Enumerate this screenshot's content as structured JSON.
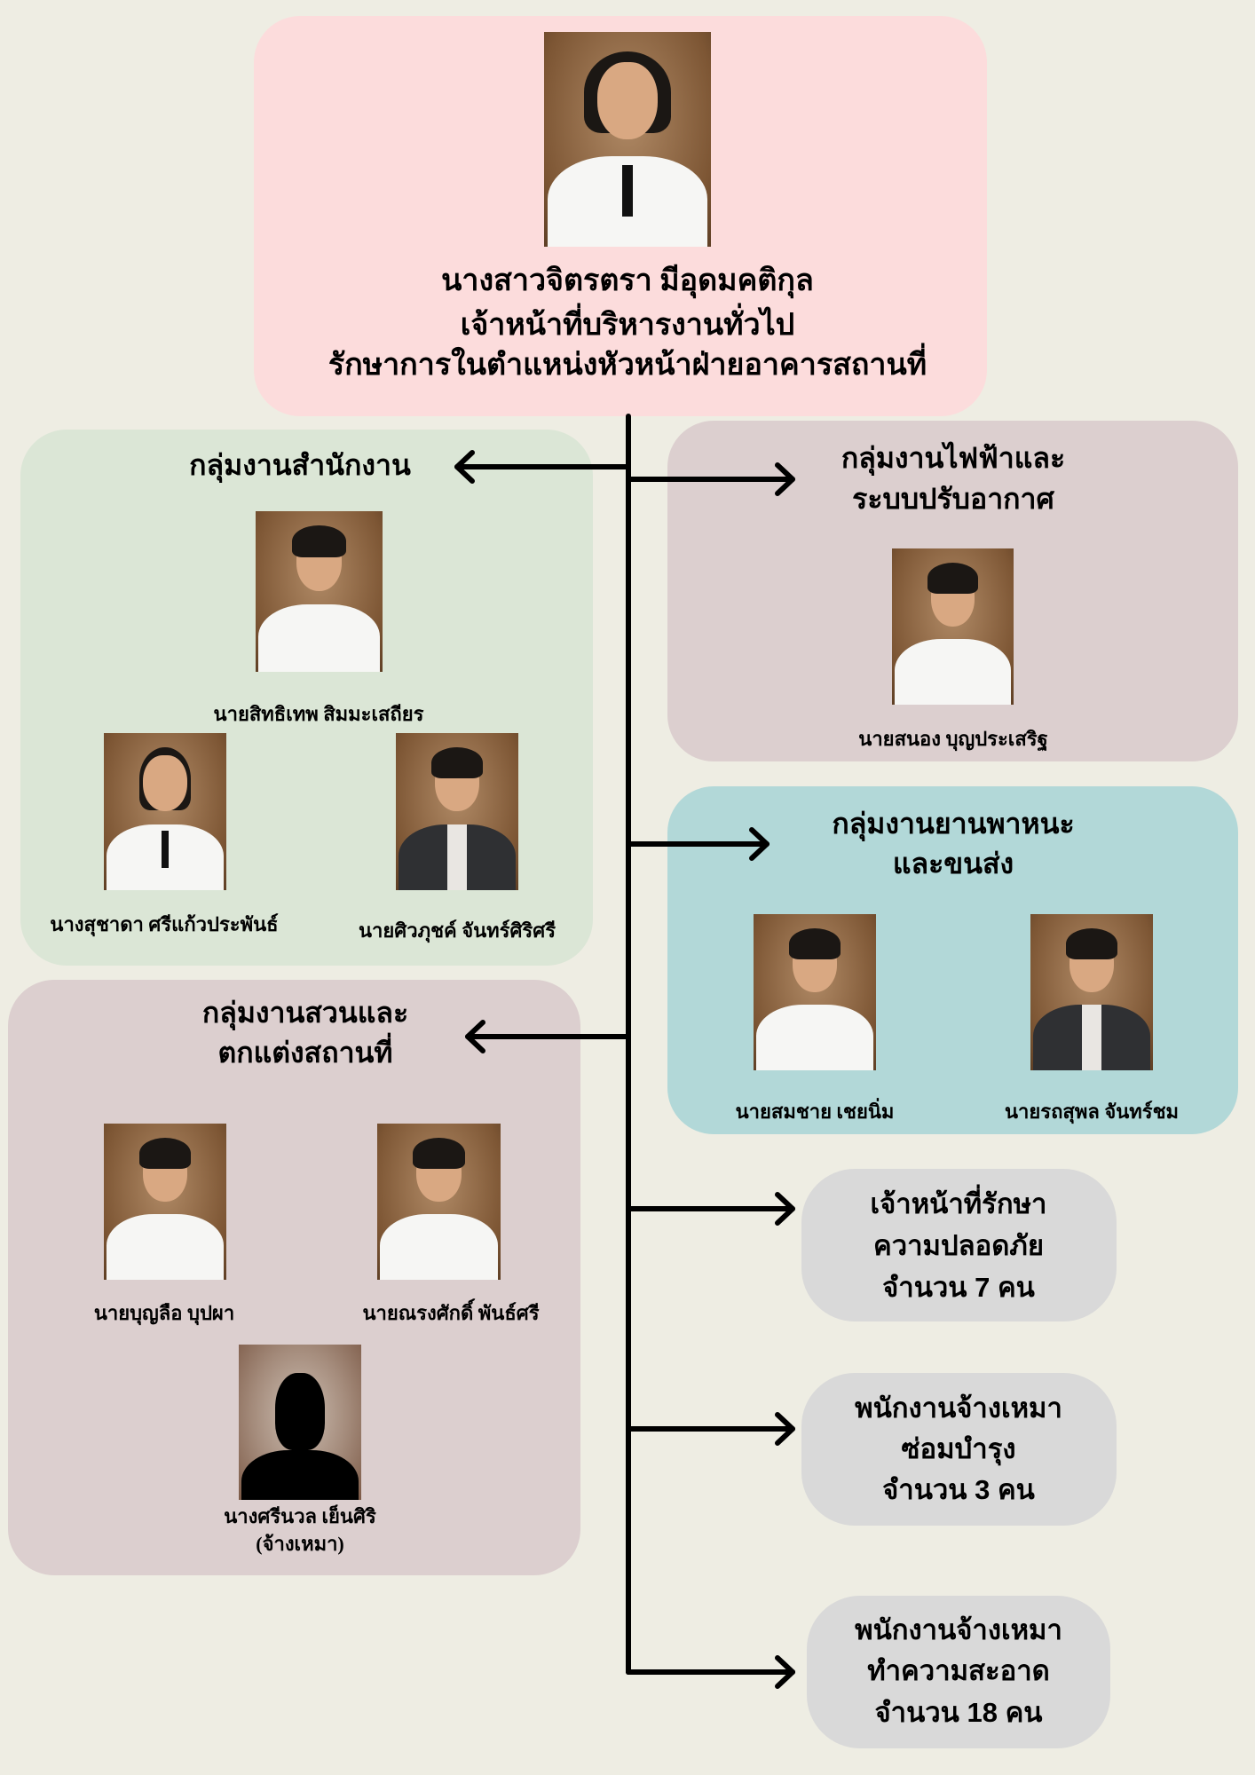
{
  "head": {
    "name": "นางสาวจิตรตรา มีอุดมคติกุล",
    "position": "เจ้าหน้าที่บริหารงานทั่วไป",
    "acting_position": "รักษาการในตำแหน่งหัวหน้าฝ่ายอาคารสถานที่"
  },
  "groups": {
    "office": {
      "title": "กลุ่มงานสำนักงาน",
      "members": [
        "นายสิทธิเทพ สิมมะเสถียร",
        "นางสุชาดา ศรีแก้วประพันธ์",
        "นายศิวภุชค์ จันทร์ศิริศรี"
      ]
    },
    "electrical": {
      "title_line1": "กลุ่มงานไฟฟ้าและ",
      "title_line2": "ระบบปรับอากาศ",
      "members": [
        "นายสนอง บุญประเสริฐ"
      ]
    },
    "vehicle": {
      "title_line1": "กลุ่มงานยานพาหนะ",
      "title_line2": "และขนส่ง",
      "members": [
        "นายสมชาย เชยนิ่ม",
        "นายรถสุพล จันทร์ชม"
      ]
    },
    "garden": {
      "title_line1": "กลุ่มงานสวนและ",
      "title_line2": "ตกแต่งสถานที่",
      "members": [
        "นายบุญลือ บุปผา",
        "นายณรงศักดิ์ พันธ์ศรี",
        "นางศรีนวล เย็นศิริ"
      ],
      "contract_note": "(จ้างเหมา)"
    }
  },
  "staff": [
    {
      "line1": "เจ้าหน้าที่รักษา",
      "line2": "ความปลอดภัย",
      "line3": "จำนวน 7 คน"
    },
    {
      "line1": "พนักงานจ้างเหมา",
      "line2": "ซ่อมบำรุง",
      "line3": "จำนวน 3 คน"
    },
    {
      "line1": "พนักงานจ้างเหมา",
      "line2": "ทำความสะอาด",
      "line3": "จำนวน 18 คน"
    }
  ],
  "colors": {
    "background": "#eeede3",
    "head_box": "#fcdcdc",
    "office_box": "#dbe6d6",
    "electrical_box": "#dccfcf",
    "vehicle_box": "#b2d8d8",
    "garden_box": "#dccfcf",
    "staff_box": "#d9d9d9"
  }
}
